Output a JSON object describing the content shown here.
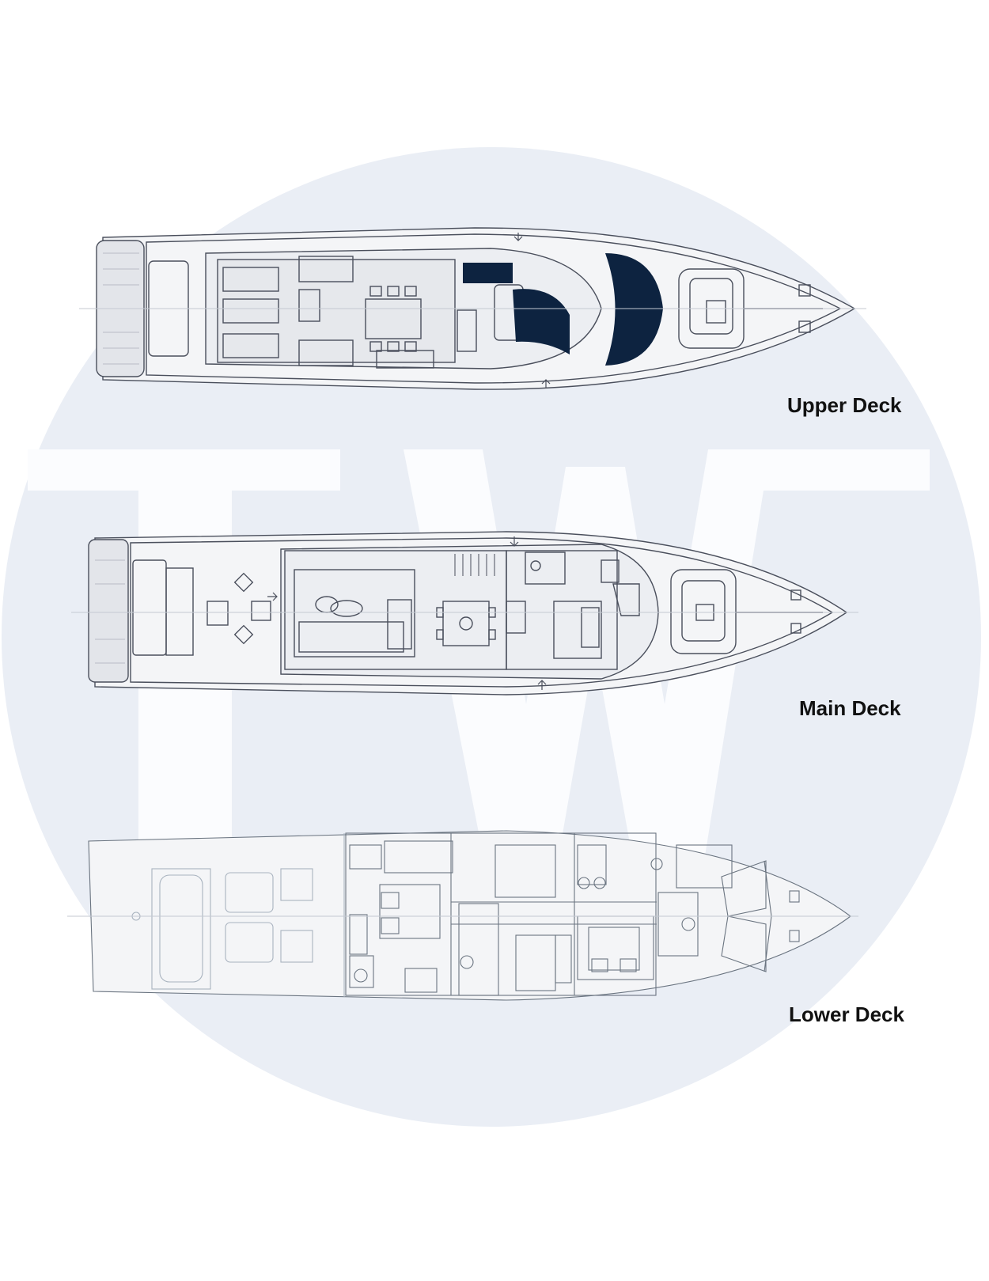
{
  "decks": {
    "upper": {
      "label": "Upper Deck"
    },
    "main": {
      "label": "Main Deck"
    },
    "lower": {
      "label": "Lower Deck"
    }
  },
  "watermark": {
    "text": "TW"
  },
  "colors": {
    "background_circle": "#eaeef5",
    "hull_line": "#4a4f5c",
    "deck_fill": "#f4f5f7",
    "teak_fill": "#e3e5ea",
    "windscreen": "#0d2340",
    "lower_deck_line": "#6a7480",
    "label_text": "#111111"
  }
}
